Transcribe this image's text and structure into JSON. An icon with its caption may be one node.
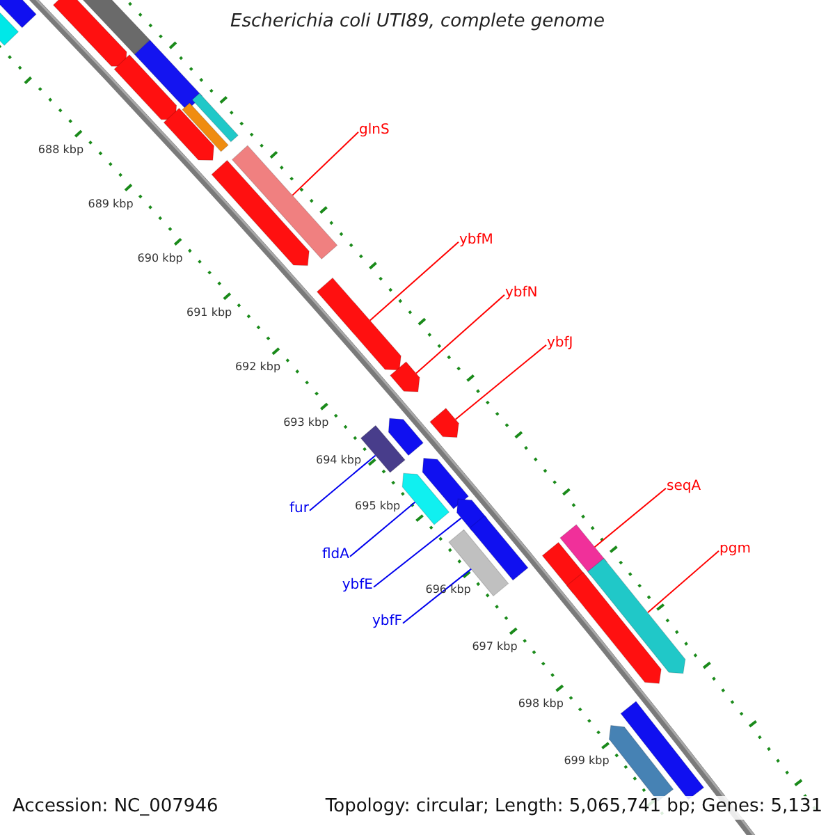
{
  "diagram": {
    "title": "Escherichia coli UTI89, complete genome",
    "nodes": [
      {
        "text": [
          "glnS"
        ]
      },
      {
        "text": [
          "ybfM"
        ]
      },
      {
        "text": [
          "ybfN"
        ]
      },
      {
        "text": [
          "ybfJ"
        ]
      },
      {
        "text": [
          "seqA"
        ]
      },
      {
        "text": [
          "fur"
        ]
      },
      {
        "text": [
          "pgm"
        ]
      },
      {
        "text": [
          "fldA"
        ]
      },
      {
        "text": [
          "ybfE"
        ]
      },
      {
        "text": [
          "ybfF"
        ]
      },
      {
        "text": [],
        "shape": "bar"
      },
      {
        "text": [],
        "shape": "bar"
      },
      {
        "text": [],
        "shape": "arrow"
      },
      {
        "text": [],
        "shape": "bar"
      },
      {
        "text": [],
        "shape": "bar"
      },
      {
        "text": [],
        "shape": "arrow"
      },
      {
        "text": [],
        "shape": "bar"
      },
      {
        "text": [],
        "shape": "bar"
      },
      {
        "text": [],
        "shape": "arrow"
      },
      {
        "text": [],
        "shape": "bar"
      },
      {
        "text": [],
        "shape": "arrow"
      },
      {
        "text": [],
        "shape": "arrow"
      },
      {
        "text": [],
        "shape": "arrow"
      },
      {
        "text": [],
        "shape": "arrow"
      },
      {
        "text": [],
        "shape": "bar"
      },
      {
        "text": [],
        "shape": "arrow"
      },
      {
        "text": [],
        "shape": "arrow"
      },
      {
        "text": [],
        "shape": "arrow"
      },
      {
        "text": [],
        "shape": "arrow"
      },
      {
        "text": [],
        "shape": "bar"
      },
      {
        "text": [],
        "shape": "bar"
      },
      {
        "text": [],
        "shape": "arrow"
      },
      {
        "text": [],
        "shape": "bar"
      },
      {
        "text": [],
        "shape": "arrow"
      },
      {
        "text": [],
        "shape": "arrow"
      },
      {
        "text": [],
        "shape": "bar"
      },
      {
        "text": [],
        "shape": "arrow"
      }
    ],
    "edges": [
      {
        "from": 0,
        "to": 19,
        "arrow": "none"
      },
      {
        "from": 1,
        "to": 21,
        "arrow": "none"
      },
      {
        "from": 2,
        "to": 23,
        "arrow": "none"
      },
      {
        "from": 3,
        "to": 25,
        "arrow": "none"
      },
      {
        "from": 4,
        "to": 31,
        "arrow": "none"
      },
      {
        "from": 5,
        "to": 24,
        "arrow": "none",
        "color": "#0000ee"
      },
      {
        "from": 6,
        "to": 33,
        "arrow": "none"
      },
      {
        "from": 7,
        "to": 27,
        "arrow": "none",
        "color": "#0000ee"
      },
      {
        "from": 8,
        "to": 28,
        "arrow": "none",
        "color": "#0000ee"
      },
      {
        "from": 9,
        "to": 30,
        "arrow": "none",
        "color": "#0000ee"
      }
    ],
    "labels": [
      "688 kbp",
      "689 kbp",
      "690 kbp",
      "691 kbp",
      "692 kbp",
      "693 kbp",
      "694 kbp",
      "695 kbp",
      "696 kbp",
      "697 kbp",
      "698 kbp",
      "699 kbp",
      "Accession: NC_007946",
      "Topology: circular; Length: 5,065,741 bp; Genes: 5,131"
    ]
  }
}
